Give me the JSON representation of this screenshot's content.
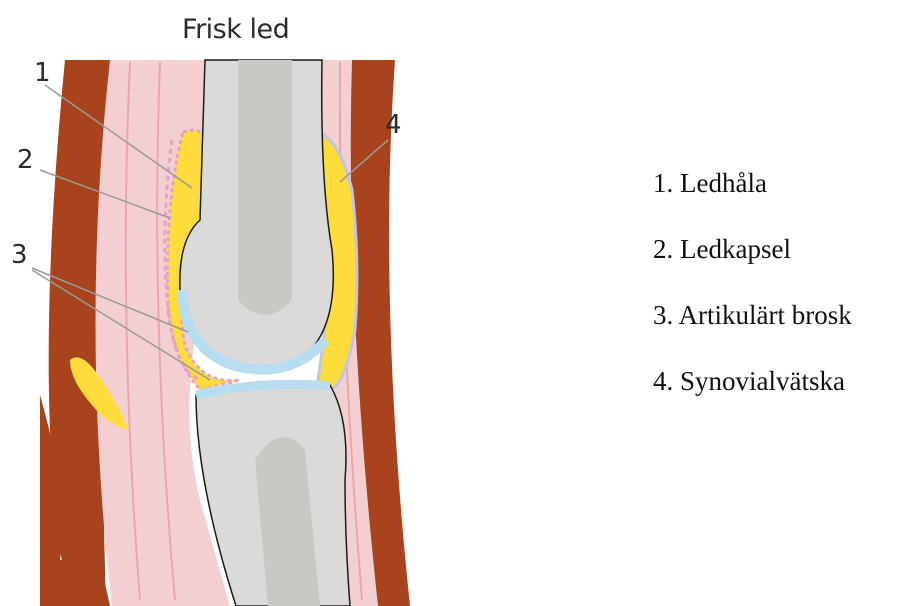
{
  "title": "Frisk led",
  "callouts": [
    "1",
    "2",
    "3",
    "4"
  ],
  "legend": [
    "1. Ledhåla",
    "2. Ledkapsel",
    "3. Artikulärt brosk",
    "4. Synovialvätska"
  ],
  "colors": {
    "muscle": "#a8431d",
    "soft_tissue": "#f4cfd1",
    "bone": "#dcdad8",
    "fluid": "#fddc3b",
    "cartilage": "#b6def0",
    "capsule_outline": "#e4a3c8"
  }
}
